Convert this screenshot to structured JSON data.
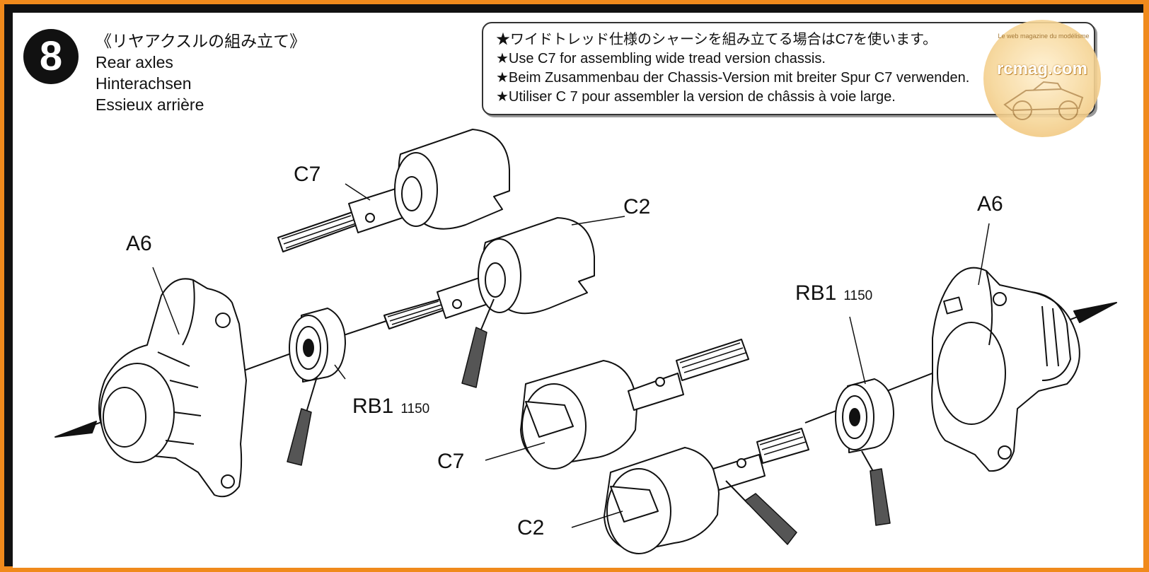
{
  "step": {
    "number": "8",
    "title_jp": "《リヤアクスルの組み立て》",
    "title_en": "Rear axles",
    "title_de": "Hinterachsen",
    "title_fr": "Essieux arrière"
  },
  "notes": [
    "★ワイドトレッド仕様のシャーシを組み立てる場合はC7を使います。",
    "★Use C7 for assembling wide tread version chassis.",
    "★Beim Zusammenbau der Chassis-Version mit breiter Spur C7 verwenden.",
    "★Utiliser C  7 pour assembler la version de châssis à voie large."
  ],
  "watermark": {
    "text": "rcmag.com",
    "arc_text": "Le web magazine du modélisme"
  },
  "labels": {
    "c7_top": "C7",
    "c2_top": "C2",
    "a6_left": "A6",
    "a6_right": "A6",
    "rb1_left": "RB1",
    "rb1_left_num": "1150",
    "rb1_right": "RB1",
    "rb1_right_num": "1150",
    "c7_bottom": "C7",
    "c2_bottom": "C2"
  },
  "colors": {
    "frame_outer": "#f08a1c",
    "frame_inner": "#111111",
    "ink": "#111111",
    "grease": "#555555"
  }
}
